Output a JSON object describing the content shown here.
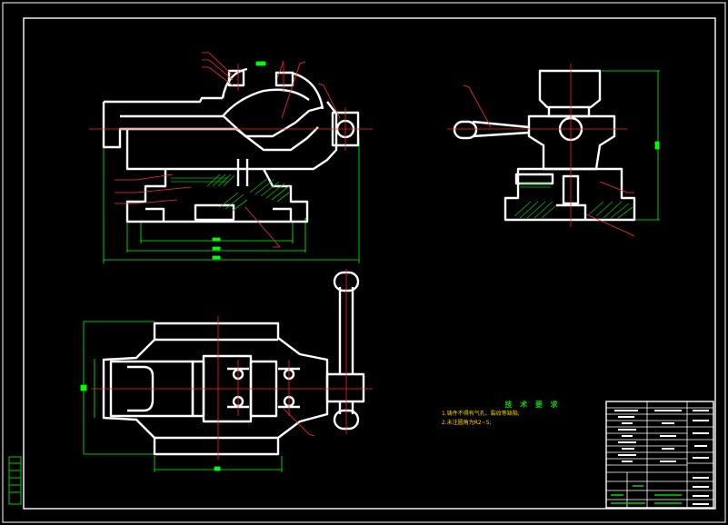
{
  "drawing": {
    "technical_requirements": {
      "title": "技 术 要 求",
      "lines": [
        "1.铸件不得有气孔、裂纹等缺陷;",
        "2.未注圆角为R2~5;"
      ]
    }
  },
  "colors": {
    "background": "#000000",
    "outline": "#ffffff",
    "dimension": "#00ff00",
    "centerline": "#ff2020",
    "leader": "#ff3030",
    "hatch": "#00c000",
    "note_text": "#ffd400",
    "note_title": "#00d800"
  }
}
